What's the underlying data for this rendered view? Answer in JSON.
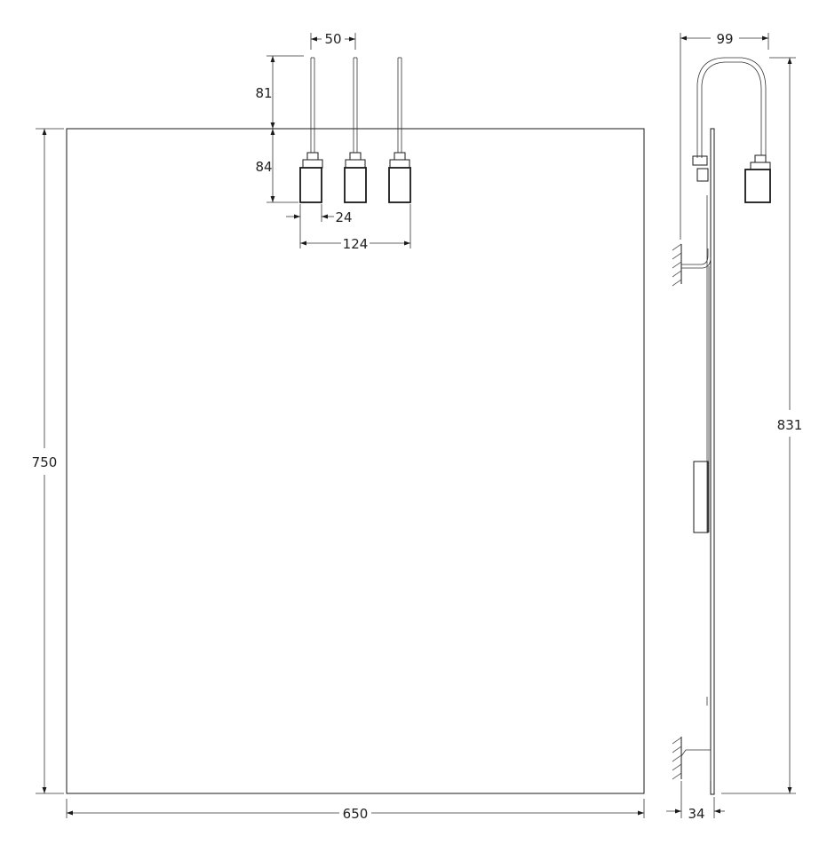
{
  "front_view": {
    "width_label": "650",
    "height_label": "750",
    "lamp_pitch_label": "50",
    "lamp_stem_label": "81",
    "lamp_body_label": "84",
    "lamp_diameter_label": "24",
    "lamp_group_width_label": "124"
  },
  "side_view": {
    "lamp_projection_label": "99",
    "total_height_label": "831",
    "depth_label": "34"
  },
  "colors": {
    "line": "#1a1a1a",
    "background": "#ffffff"
  }
}
